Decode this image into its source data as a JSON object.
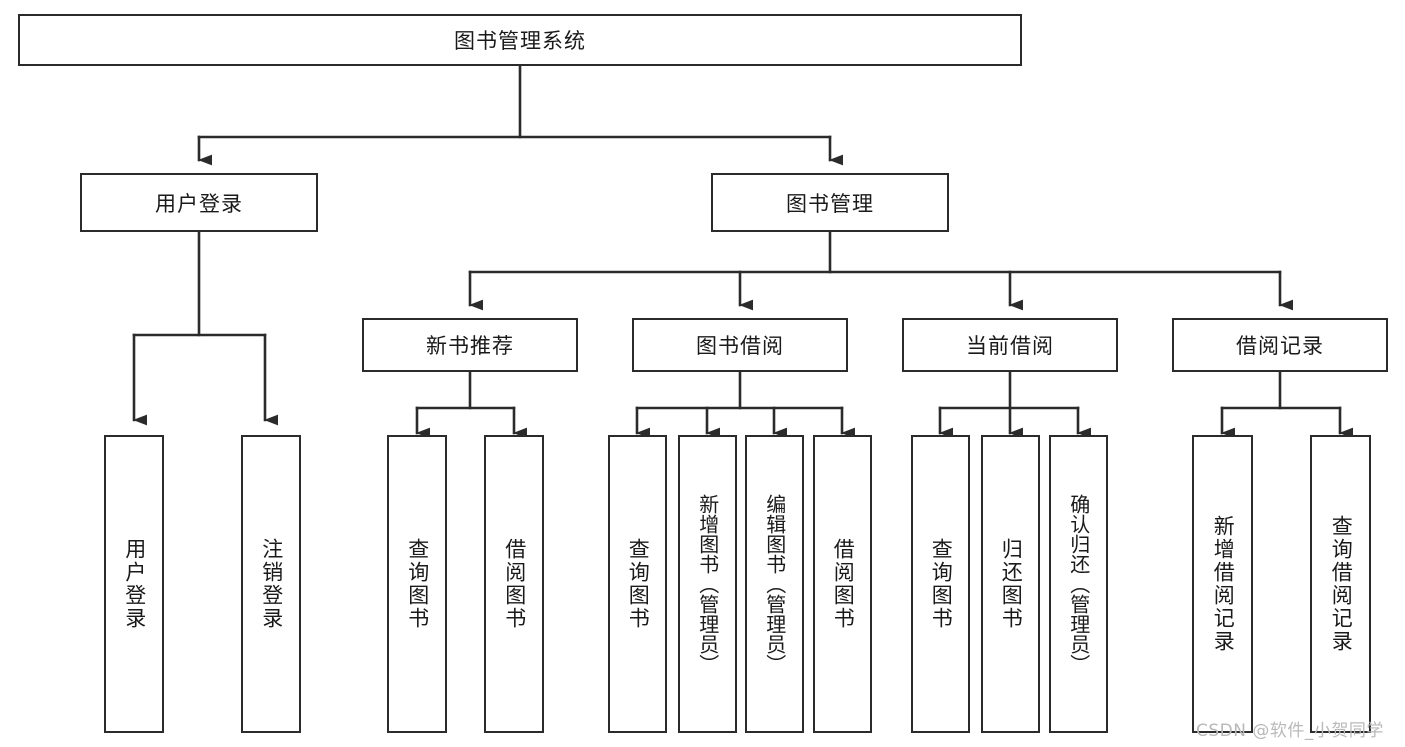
{
  "diagram": {
    "title": "图书管理系统",
    "type": "hierarchy-tree",
    "colors": {
      "box_border": "#2b2b2b",
      "box_fill": "#ffffff",
      "connector": "#2b2b2b",
      "background": "#ffffff",
      "watermark": "#b9b9b9"
    },
    "root": {
      "label": "图书管理系统"
    },
    "level2": [
      {
        "label": "用户登录"
      },
      {
        "label": "图书管理"
      }
    ],
    "level3": [
      {
        "label": "新书推荐"
      },
      {
        "label": "图书借阅"
      },
      {
        "label": "当前借阅"
      },
      {
        "label": "借阅记录"
      }
    ],
    "leaves": {
      "user_login": [
        {
          "label": "用户登录"
        },
        {
          "label": "注销登录"
        }
      ],
      "new_book": [
        {
          "label": "查询图书"
        },
        {
          "label": "借阅图书"
        }
      ],
      "book_borrow": [
        {
          "label": "查询图书"
        },
        {
          "label": "新增图书（管理员）"
        },
        {
          "label": "编辑图书（管理员）"
        },
        {
          "label": "借阅图书"
        }
      ],
      "current_borrow": [
        {
          "label": "查询图书"
        },
        {
          "label": "归还图书"
        },
        {
          "label": "确认归还（管理员）"
        }
      ],
      "borrow_record": [
        {
          "label": "新增借阅记录"
        },
        {
          "label": "查询借阅记录"
        }
      ]
    },
    "watermark": "CSDN @软件_小贺同学"
  }
}
